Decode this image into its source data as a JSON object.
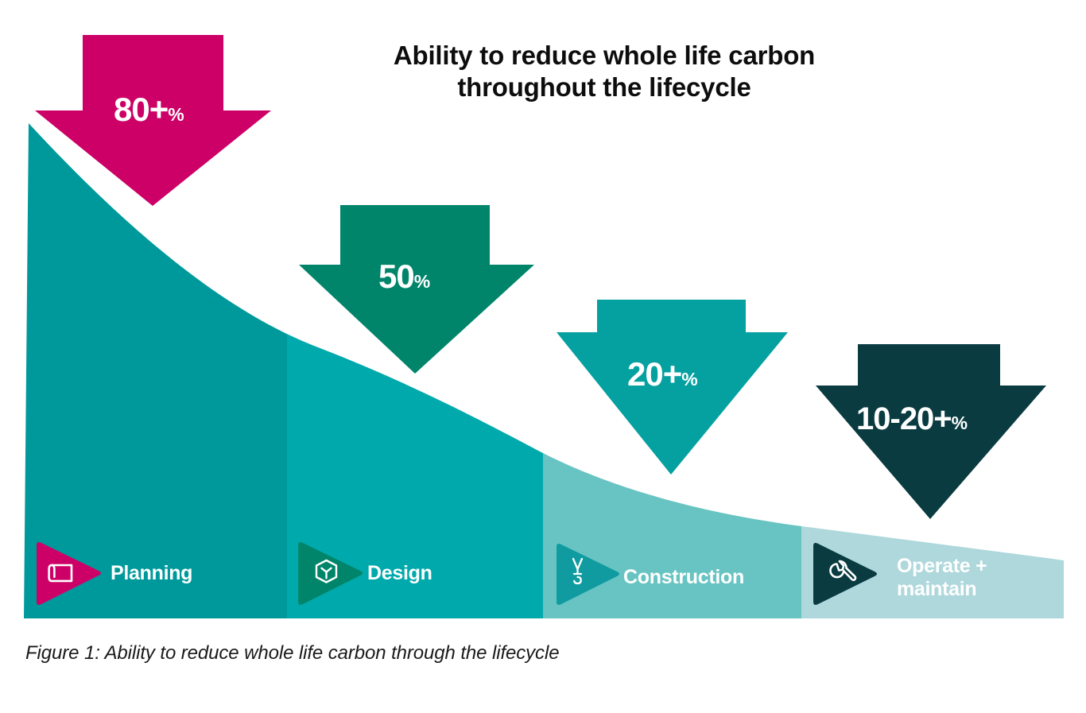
{
  "figure": {
    "title_line_1": "Ability to reduce whole life carbon",
    "title_line_2": "throughout the lifecycle",
    "title": "Ability to reduce whole life carbon\nthroughout the lifecycle",
    "caption": "Figure 1: Ability to reduce whole life carbon through the lifecycle",
    "background_color": "#ffffff",
    "title_color": "#0d0d0d",
    "caption_color": "#1a1a1a"
  },
  "arrows": [
    {
      "number": "80+",
      "percent_symbol": "%",
      "value_label": "80+%",
      "color": "#cc0066",
      "stage": "Planning",
      "reduction_percent_min": 80,
      "reduction_percent_max": null
    },
    {
      "number": "50",
      "percent_symbol": "%",
      "value_label": "50%",
      "color": "#00856a",
      "stage": "Design",
      "reduction_percent_min": 50,
      "reduction_percent_max": 50
    },
    {
      "number": "20+",
      "percent_symbol": "%",
      "value_label": "20+%",
      "color": "#05a0a0",
      "stage": "Construction",
      "reduction_percent_min": 20,
      "reduction_percent_max": null
    },
    {
      "number": "10-20+",
      "percent_symbol": "%",
      "value_label": "10-20+%",
      "color": "#0a3b41",
      "stage": "Operate + maintain",
      "reduction_percent_min": 10,
      "reduction_percent_max": 20
    }
  ],
  "stages": [
    {
      "label": "Planning",
      "label_display": "Planning",
      "band_color": "#00999b",
      "marker_color": "#cc0066",
      "icon": "blueprint-plan-icon"
    },
    {
      "label": "Design",
      "label_display": "Design",
      "band_color": "#00a9ac",
      "marker_color": "#00856a",
      "icon": "cube-3d-icon"
    },
    {
      "label": "Construction",
      "label_display": "Construction",
      "band_color": "#68c4c2",
      "marker_color": "#0f9ba0",
      "icon": "crane-hook-icon"
    },
    {
      "label": "Operate + maintain",
      "label_display": "Operate +\nmaintain",
      "band_color": "#aed8dc",
      "marker_color": "#0a3b41",
      "icon": "wrench-icon"
    }
  ],
  "chart_data": {
    "type": "area",
    "title": "Ability to reduce whole life carbon throughout the lifecycle",
    "xlabel": "",
    "ylabel": "Ability to reduce whole life carbon",
    "categories": [
      "Planning",
      "Design",
      "Construction",
      "Operate + maintain"
    ],
    "values": [
      80,
      50,
      20,
      15
    ],
    "value_labels": [
      "80+%",
      "50%",
      "20+%",
      "10-20+%"
    ],
    "series": [
      {
        "name": "Ability to reduce whole life carbon (%)",
        "values": [
          80,
          50,
          20,
          15
        ]
      }
    ],
    "ylim": [
      0,
      100
    ],
    "grid": false,
    "legend": "none",
    "annotations": [
      "80+% at Planning",
      "50% at Design",
      "20+% at Construction",
      "10-20+% at Operate + maintain"
    ],
    "colors": [
      "#cc0066",
      "#00856a",
      "#05a0a0",
      "#0a3b41"
    ],
    "band_colors": [
      "#00999b",
      "#00a9ac",
      "#68c4c2",
      "#aed8dc"
    ],
    "note": "Decaying curve: the ability to reduce whole life carbon falls sharply from the planning stage through to operation and maintenance."
  }
}
